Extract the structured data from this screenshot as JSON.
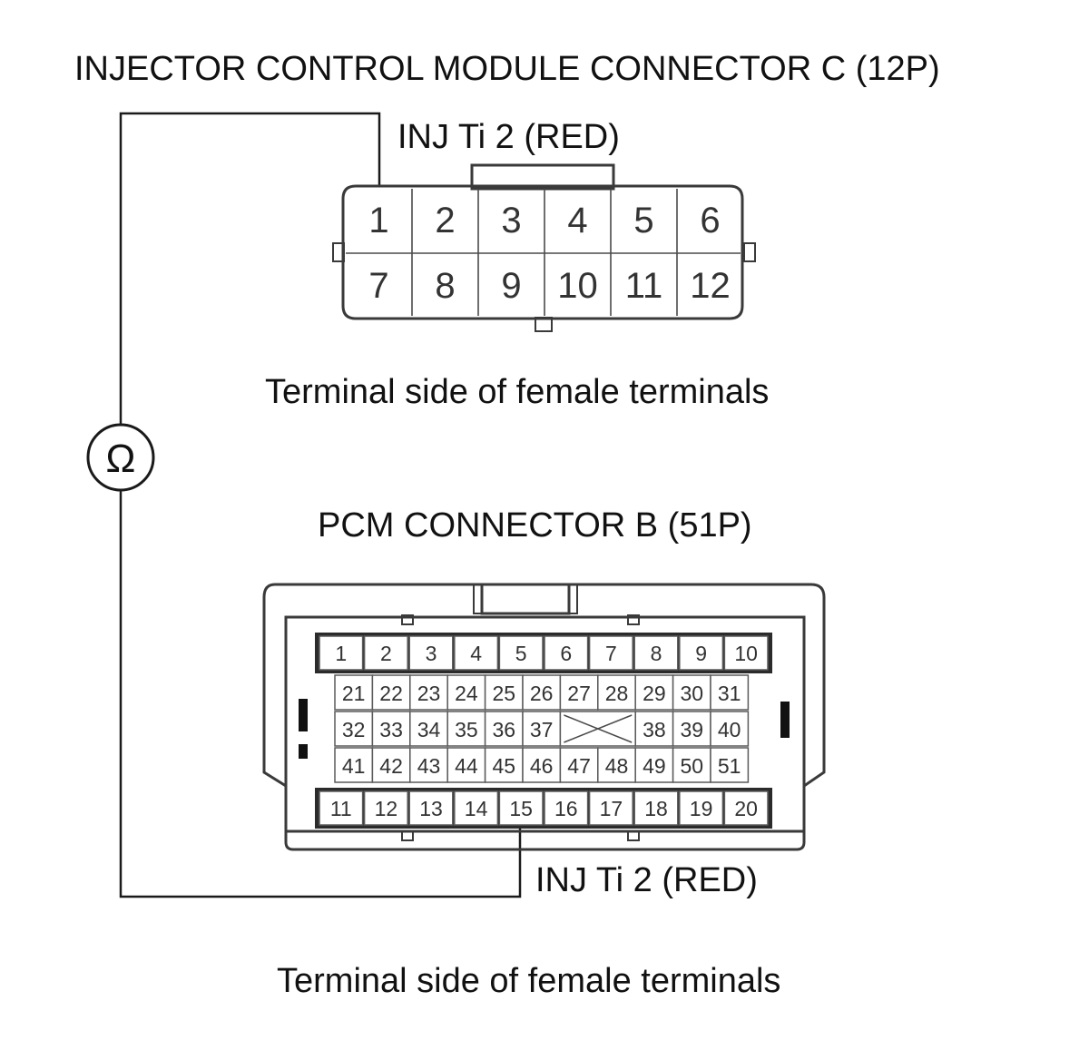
{
  "connector_c": {
    "title": "INJECTOR CONTROL MODULE CONNECTOR C (12P)",
    "pin_label": "INJ Ti 2 (RED)",
    "caption": "Terminal side of female terminals",
    "rows": [
      [
        "1",
        "2",
        "3",
        "4",
        "5",
        "6"
      ],
      [
        "7",
        "8",
        "9",
        "10",
        "11",
        "12"
      ]
    ]
  },
  "connector_b": {
    "title": "PCM CONNECTOR B (51P)",
    "pin_label": "INJ Ti 2 (RED)",
    "caption": "Terminal side of female terminals",
    "top_row": [
      "1",
      "2",
      "3",
      "4",
      "5",
      "6",
      "7",
      "8",
      "9",
      "10"
    ],
    "mid_row_1": [
      "21",
      "22",
      "23",
      "24",
      "25",
      "26",
      "27",
      "28",
      "29",
      "30",
      "31"
    ],
    "mid_row_2_left": [
      "32",
      "33",
      "34",
      "35",
      "36",
      "37"
    ],
    "mid_row_2_right": [
      "38",
      "39",
      "40"
    ],
    "mid_row_3": [
      "41",
      "42",
      "43",
      "44",
      "45",
      "46",
      "47",
      "48",
      "49",
      "50",
      "51"
    ],
    "bottom_row": [
      "11",
      "12",
      "13",
      "14",
      "15",
      "16",
      "17",
      "18",
      "19",
      "20"
    ]
  },
  "meter": {
    "symbol": "Ω",
    "icon": "ohmmeter-icon"
  }
}
